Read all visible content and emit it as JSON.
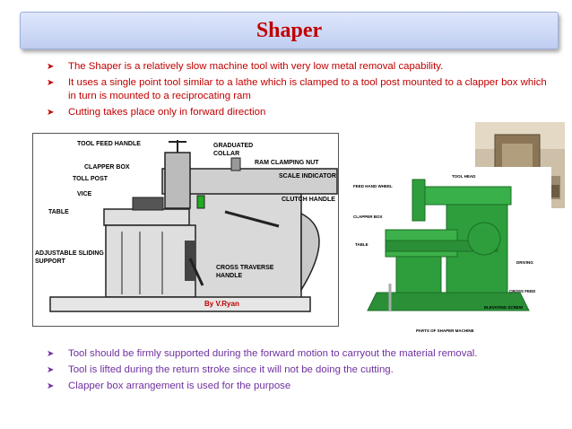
{
  "title": "Shaper",
  "bullets_top": [
    "The Shaper is a relatively slow machine tool with very low metal removal capability.",
    "It uses a single point tool similar to a lathe which is clamped to a tool post mounted to a clapper box which in turn is mounted to a reciprocating ram",
    "Cutting takes place only in forward direction"
  ],
  "bullets_bottom": [
    "Tool should be firmly supported during the forward motion to carryout the material removal.",
    "Tool is lifted during the return stroke since it will not be doing the cutting.",
    "Clapper box arrangement is used for the purpose"
  ],
  "diagram_left": {
    "labels": {
      "tool_feed_handle": "TOOL FEED HANDLE",
      "graduated_collar_1": "GRADUATED",
      "graduated_collar_2": "COLLAR",
      "ram_clamping_nut": "RAM CLAMPING NUT",
      "clapper_box": "CLAPPER BOX",
      "toll_post": "TOLL POST",
      "scale_indicator": "SCALE INDICATOR",
      "vice": "VICE",
      "clutch_handle": "CLUTCH HANDLE",
      "table": "TABLE",
      "adjustable_1": "ADJUSTABLE SLIDING",
      "adjustable_2": "SUPPORT",
      "cross_traverse_1": "CROSS TRAVERSE",
      "cross_traverse_2": "HANDLE",
      "author": "By V.Ryan"
    }
  },
  "diagram_right": {
    "labels": {
      "tool_head": "TOOL HEAD",
      "feed_hand_wheel": "FEED HAND WHEEL",
      "clapper_box": "CLAPPER BOX",
      "table": "TABLE",
      "driving": "DRIVING",
      "cross_feed": "CROSS FEED",
      "elevating_screw": "ELEVATING SCREW",
      "caption": "PARTS OF SHAPER MACHINE"
    }
  },
  "colors": {
    "title": "#c00000",
    "top_text": "#c00000",
    "bottom_text": "#7030a0",
    "machine_green": "#2e9e3c"
  }
}
